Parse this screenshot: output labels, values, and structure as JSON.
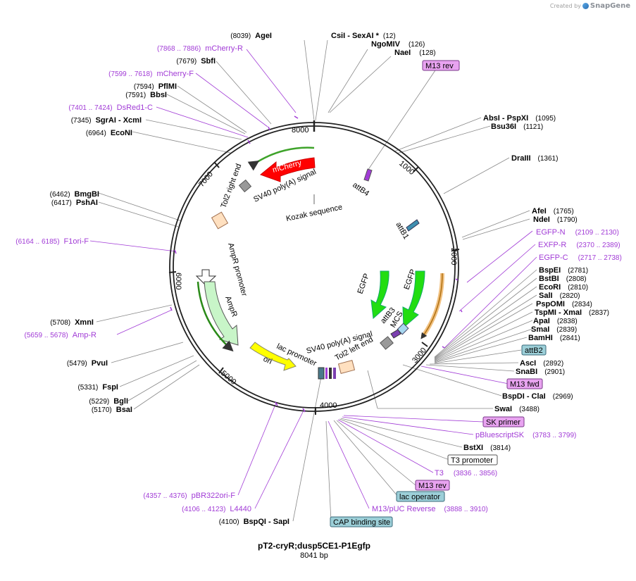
{
  "credit": {
    "prefix": "Created by",
    "brand": "SnapGene"
  },
  "plasmid": {
    "name": "pT2-cryR;dusp5CE1-P1Egfp",
    "length": "8041 bp"
  },
  "ticks": [
    "1000",
    "2000",
    "3000",
    "4000",
    "5000",
    "6000",
    "7000",
    "8000"
  ],
  "features": {
    "mcherry": "mCherry",
    "sv40_top": "SV40 poly(A) signal",
    "kozak": "Kozak sequence",
    "attb4": "attB4",
    "attb1": "attB1",
    "tol2_right": "Tol2 right end",
    "ampr_promoter": "AmpR promoter",
    "ampr": "AmpR",
    "egfp1": "EGFP",
    "egfp2": "EGFP",
    "attb3": "attB3",
    "mcs": "MCS",
    "sv40_bottom": "SV40 poly(A) signal",
    "tol2_left": "Tol2 left end",
    "lac_promoter": "lac promoter",
    "ori": "ori"
  },
  "labels": {
    "left": [
      {
        "pos": "(8039)",
        "name": "AgeI"
      },
      {
        "pos": "(7868 .. 7886)",
        "name": "mCherry-R",
        "primer": true
      },
      {
        "pos": "(7679)",
        "name": "SbfI"
      },
      {
        "pos": "(7599 .. 7618)",
        "name": "mCherry-F",
        "primer": true
      },
      {
        "pos": "(7594)",
        "name": "PflMI"
      },
      {
        "pos": "(7591)",
        "name": "BbsI"
      },
      {
        "pos": "(7401 .. 7424)",
        "name": "DsRed1-C",
        "primer": true
      },
      {
        "pos": "(7345)",
        "name": "SgrAI   - XcmI"
      },
      {
        "pos": "(6964)",
        "name": "EcoNI"
      },
      {
        "pos": "(6462)",
        "name": "BmgBI"
      },
      {
        "pos": "(6417)",
        "name": "PshAI"
      },
      {
        "pos": "(6164 .. 6185)",
        "name": "F1ori-F",
        "primer": true
      },
      {
        "pos": "(5708)",
        "name": "XmnI"
      },
      {
        "pos": "(5659 .. 5678)",
        "name": "Amp-R",
        "primer": true
      },
      {
        "pos": "(5479)",
        "name": "PvuI"
      },
      {
        "pos": "(5331)",
        "name": "FspI"
      },
      {
        "pos": "(5229)",
        "name": "BglI"
      },
      {
        "pos": "(5170)",
        "name": "BsaI"
      },
      {
        "pos": "(4357 .. 4376)",
        "name": "pBR322ori-F",
        "primer": true
      },
      {
        "pos": "(4106 .. 4123)",
        "name": "L4440",
        "primer": true
      },
      {
        "pos": "(4100)",
        "name": "BspQI   - SapI"
      }
    ],
    "top": [
      {
        "name": "CsiI   - SexAI *",
        "pos": "(12)"
      },
      {
        "name": "NgoMIV",
        "pos": "(126)"
      },
      {
        "name": "NaeI",
        "pos": "(128)"
      }
    ],
    "right": [
      {
        "name": "AbsI   - PspXI",
        "pos": "(1095)"
      },
      {
        "name": "Bsu36I",
        "pos": "(1121)"
      },
      {
        "name": "DraIII",
        "pos": "(1361)"
      },
      {
        "name": "AfeI",
        "pos": "(1765)"
      },
      {
        "name": "NdeI",
        "pos": "(1790)"
      },
      {
        "name": "EGFP-N",
        "pos": "(2109 .. 2130)",
        "primer": true
      },
      {
        "name": "EXFP-R",
        "pos": "(2370 .. 2389)",
        "primer": true
      },
      {
        "name": "EGFP-C",
        "pos": "(2717 .. 2738)",
        "primer": true
      },
      {
        "name": "BspEI",
        "pos": "(2781)"
      },
      {
        "name": "BstBI",
        "pos": "(2808)"
      },
      {
        "name": "EcoRI",
        "pos": "(2810)"
      },
      {
        "name": "SalI",
        "pos": "(2820)"
      },
      {
        "name": "PspOMI",
        "pos": "(2834)"
      },
      {
        "name": "TspMI   - XmaI",
        "pos": "(2837)"
      },
      {
        "name": "ApaI",
        "pos": "(2838)"
      },
      {
        "name": "SmaI",
        "pos": "(2839)"
      },
      {
        "name": "BamHI",
        "pos": "(2841)"
      },
      {
        "name": "AscI",
        "pos": "(2892)"
      },
      {
        "name": "SnaBI",
        "pos": "(2901)"
      },
      {
        "name": "BspDI   - ClaI",
        "pos": "(2969)"
      },
      {
        "name": "SwaI",
        "pos": "(3488)"
      },
      {
        "name": "BstXI",
        "pos": "(3814)"
      }
    ],
    "right_primers": [
      {
        "name": "pBluescriptSK",
        "pos": "(3783 .. 3799)"
      },
      {
        "name": "T3",
        "pos": "(3836 .. 3856)"
      },
      {
        "name": "M13/pUC Reverse",
        "pos": "(3888 .. 3910)"
      }
    ],
    "boxes": {
      "m13rev_top": "M13 rev",
      "attb2": "attB2",
      "m13fwd": "M13 fwd",
      "sk_primer": "SK primer",
      "t3_promoter": "T3 promoter",
      "m13rev_bottom": "M13 rev",
      "lac_operator": "lac operator",
      "cap_site": "CAP binding site"
    }
  },
  "colors": {
    "mcherry": "#ff0000",
    "egfp": "#22dd11",
    "ampr": "#c8f5c8",
    "ori": "#ffff00",
    "tol2": "#ffe0c0",
    "primer": "#a13bd6",
    "primer_box": "#e8a3f0",
    "feature_box": "#9ccfd8"
  }
}
